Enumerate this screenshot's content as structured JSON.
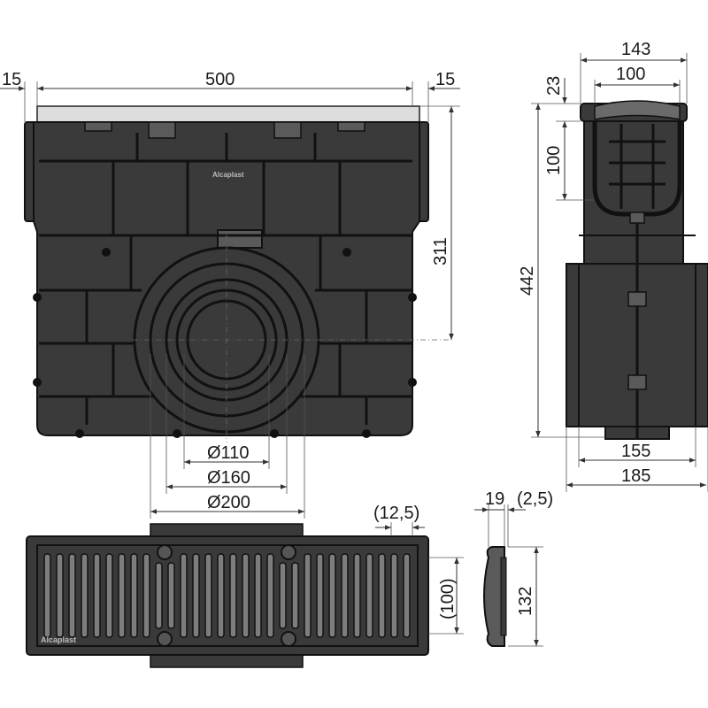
{
  "dimensions": {
    "front_left_flange": "15",
    "front_width": "500",
    "front_right_flange": "15",
    "front_height": "311",
    "pipe_d110": "Ø110",
    "pipe_d160": "Ø160",
    "pipe_d200": "Ø200",
    "side_top_width": "143",
    "side_inner_width": "100",
    "side_top_lip": "23",
    "side_grate_depth": "100",
    "side_total_height": "442",
    "side_bottom_inner": "155",
    "side_bottom_outer": "185",
    "grate_edge": "(12,5)",
    "grate_inner_width": "(100)",
    "profile_thickness": "19",
    "profile_lip": "(2,5)",
    "profile_height": "132"
  },
  "logos": {
    "front_logo": "Alcaplast",
    "grate_logo": "Alcaplast"
  },
  "colors": {
    "body": "#3a3a3a",
    "lines": "#111111",
    "slots": "#7d7d7d",
    "grate_top": "#dcdcdc"
  }
}
